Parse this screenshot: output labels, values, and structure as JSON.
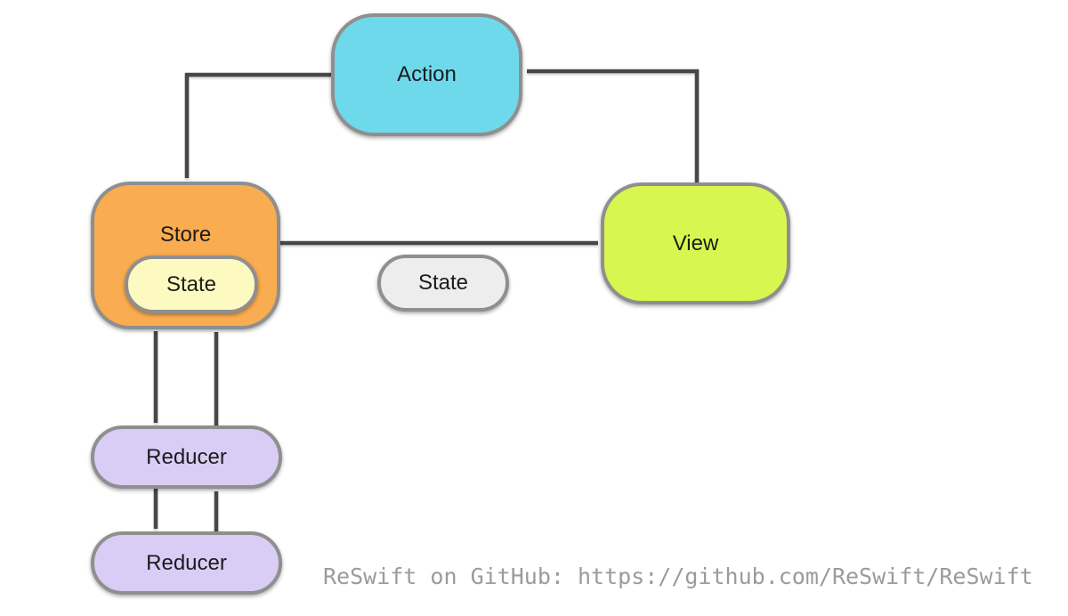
{
  "diagram": {
    "nodes": {
      "action": {
        "label": "Action",
        "fill": "#6FD9EC"
      },
      "store": {
        "label": "Store",
        "fill": "#FAAC50"
      },
      "store_state": {
        "label": "State",
        "fill": "#FCFAC1"
      },
      "state": {
        "label": "State",
        "fill": "#EDEDED"
      },
      "view": {
        "label": "View",
        "fill": "#D7F750"
      },
      "reducer_top": {
        "label": "Reducer",
        "fill": "#D9CDF6"
      },
      "reducer_bottom": {
        "label": "Reducer",
        "fill": "#D9CDF6"
      }
    },
    "colors": {
      "border": "#8F8F8F",
      "arrow": "#474747",
      "label_text": "#1B1B1B",
      "background": "#FFFFFF"
    },
    "footer": {
      "text": "ReSwift on GitHub: https://github.com/ReSwift/ReSwift",
      "color": "#9B9B9B"
    }
  }
}
